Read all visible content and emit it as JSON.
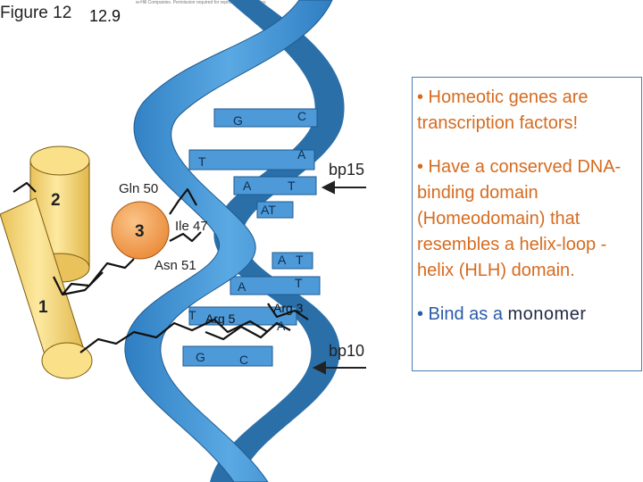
{
  "header": {
    "figure_label": "Figure 12",
    "figure_number": "12.9",
    "copyright": "w-Hill Companies. Permission required for reproduction or display."
  },
  "diagram": {
    "helix_labels": [
      "2",
      "1"
    ],
    "domain_label": "3",
    "residues": [
      "Gln 50",
      "Ile 47",
      "Asn 51",
      "Arg 5",
      "Arg 3"
    ],
    "pointers": [
      "bp15",
      "bp10"
    ],
    "bases": [
      "G",
      "C",
      "T",
      "A",
      "A",
      "T",
      "AT",
      "A",
      "T",
      "A",
      "T",
      "T",
      "A",
      "G",
      "C"
    ]
  },
  "bullets": {
    "b1": "• Homeotic genes are transcription factors!",
    "b2": "• Have a conserved DNA-binding domain (Homeodomain) that resembles a helix-loop -helix (HLH) domain.",
    "b3_prefix": "• Bind as a ",
    "b3_emph": "monomer"
  },
  "colors": {
    "helix_ribbon": "#3f8fd0",
    "protein_cylinder": "#f6d775",
    "domain_sphere": "#f39a4a",
    "orange_text": "#d66b1f",
    "blue_text": "#2a5aa8"
  }
}
